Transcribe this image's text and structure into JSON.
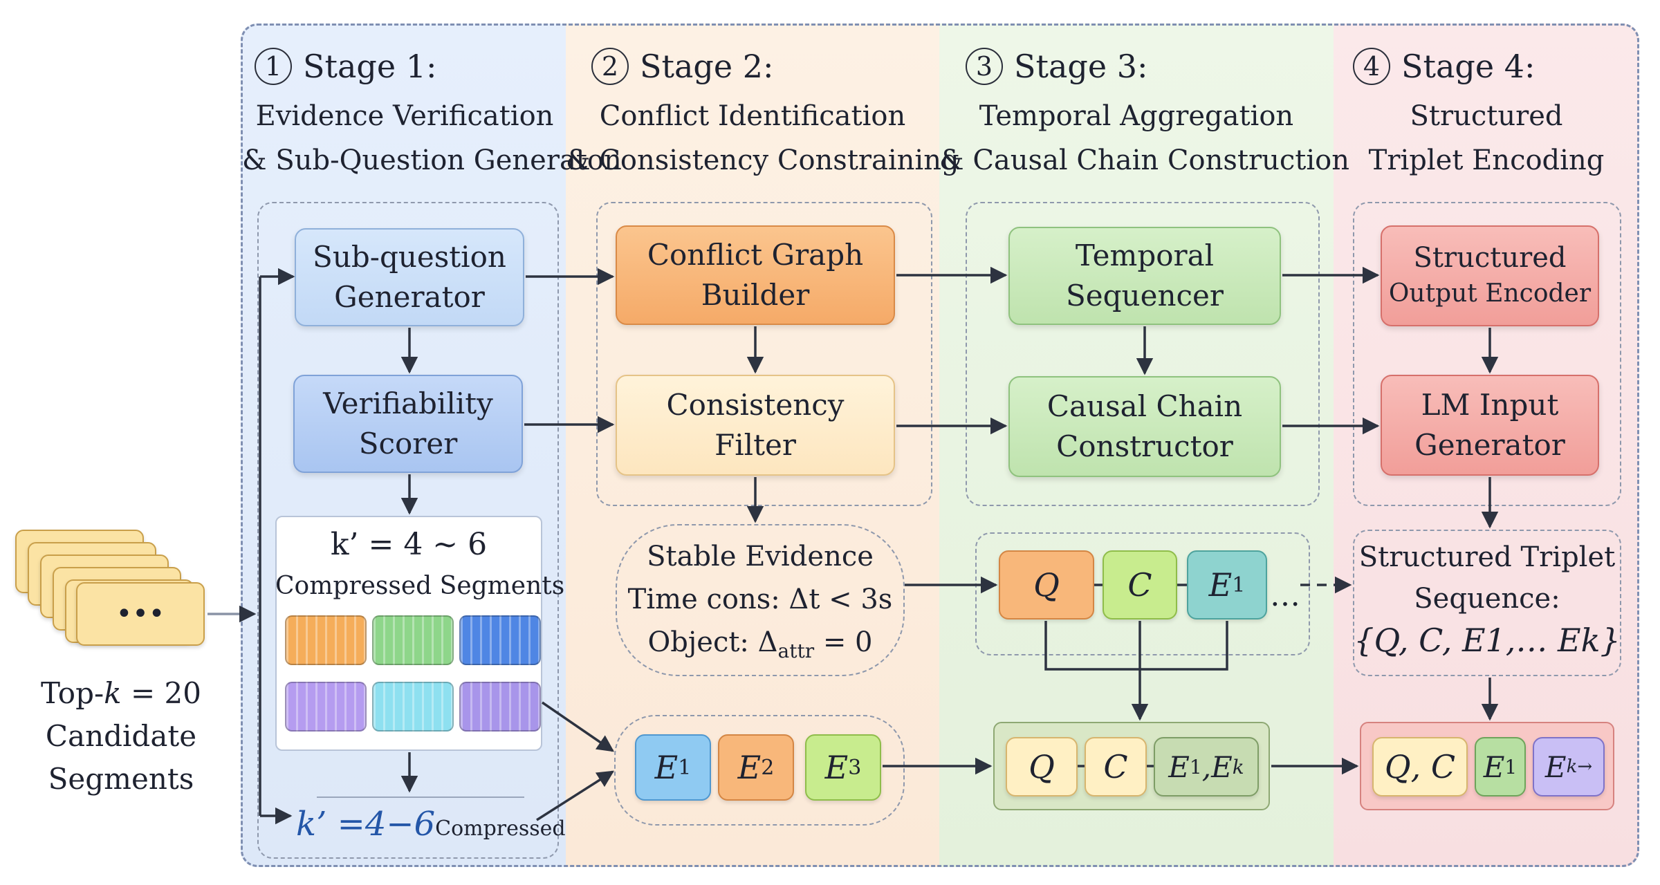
{
  "stages": [
    {
      "num": "1",
      "title": "Stage 1:",
      "sub1": "Evidence Verification",
      "sub2": "& Sub-Question Generaton"
    },
    {
      "num": "2",
      "title": "Stage 2:",
      "sub1": "Conflict Identification",
      "sub2": "& Consistency Constraining"
    },
    {
      "num": "3",
      "title": "Stage 3:",
      "sub1": "Temporal Aggregation",
      "sub2": "& Causal Chain Construction"
    },
    {
      "num": "4",
      "title": "Stage 4:",
      "sub1": "Structured",
      "sub2": "Triplet Encoding"
    }
  ],
  "boxes": {
    "subq": [
      "Sub-question",
      "Generator"
    ],
    "verif": [
      "Verifiability",
      "Scorer"
    ],
    "conflict": [
      "Conflict Graph",
      "Builder"
    ],
    "consist": [
      "Consistency",
      "Filter"
    ],
    "temporal": [
      "Temporal",
      "Sequencer"
    ],
    "causal": [
      "Causal Chain",
      "Constructor"
    ],
    "soe": [
      "Structured",
      "Output Encoder"
    ],
    "lmig": [
      "LM Input",
      "Generator"
    ]
  },
  "compressed": {
    "kprime": "k’ = 4 ~ 6",
    "label": "Compressed Segments"
  },
  "compressed_output": {
    "main": "k’ =4−6",
    "sub": "Compressed"
  },
  "candidates": {
    "dots": "•••",
    "line1_prefix": "Top-",
    "line1_var": "k",
    "line1_suffix": " = 20",
    "line2": "Candidate",
    "line3": "Segments"
  },
  "stable": {
    "title": "Stable Evidence",
    "line2": "Time cons: Δt < 3s",
    "line3_prefix": "Object: Δ",
    "line3_sub": "attr",
    "line3_suffix": " = 0"
  },
  "tokens": {
    "Q": "Q",
    "C": "C",
    "E": "E",
    "sub1": "1",
    "sub2": "2",
    "sub3": "3",
    "subk": "k",
    "ellipsis": "…",
    "ek_arrow_sub": "k→"
  },
  "triplet": {
    "line1": "Structured Triplet",
    "line2": "Sequence:",
    "line3": "{Q, C, E1,… Ek}"
  },
  "colors": {
    "stage1": "#e6effc",
    "stage2": "#fdf1e4",
    "stage3": "#eef7e8",
    "stage4": "#fbe9ea",
    "arrow": "#2d3340"
  }
}
